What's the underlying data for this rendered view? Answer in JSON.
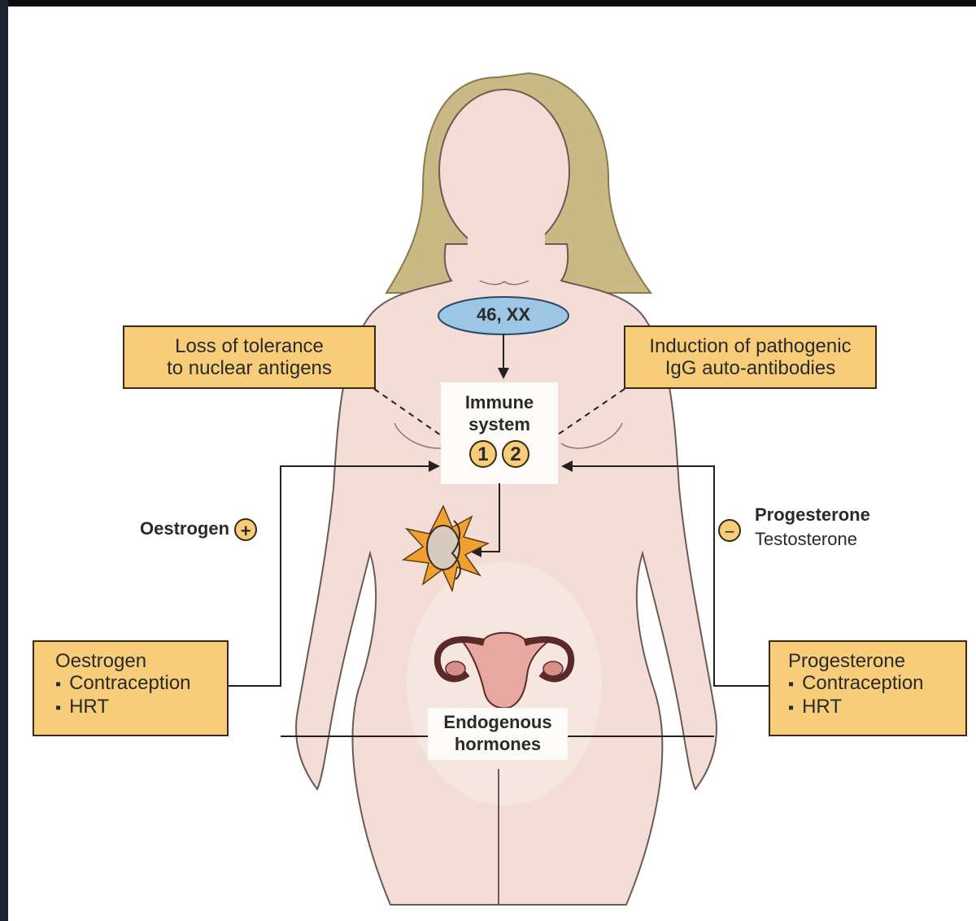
{
  "karyotype": "46, XX",
  "immune": {
    "line1": "Immune",
    "line2": "system",
    "markers": [
      "1",
      "2"
    ]
  },
  "left_top_box": {
    "line1": "Loss of tolerance",
    "line2": "to nuclear antigens"
  },
  "right_top_box": {
    "line1": "Induction of pathogenic",
    "line2": "IgG auto-antibodies"
  },
  "oestrogen_label": {
    "text": "Oestrogen",
    "sign": "+"
  },
  "progesterone_label": {
    "sign": "−",
    "line1": "Progesterone",
    "line2": "Testosterone"
  },
  "left_bottom_box": {
    "title": "Oestrogen",
    "items": [
      "Contraception",
      "HRT"
    ]
  },
  "right_bottom_box": {
    "title": "Progesterone",
    "items": [
      "Contraception",
      "HRT"
    ]
  },
  "endogenous": {
    "line1": "Endogenous",
    "line2": "hormones"
  },
  "colors": {
    "skin": "#f3ddd6",
    "hair": "#c8b985",
    "box": "#f8cd7a",
    "karyotype_oval": "#9cc6e3",
    "line": "#222222"
  }
}
